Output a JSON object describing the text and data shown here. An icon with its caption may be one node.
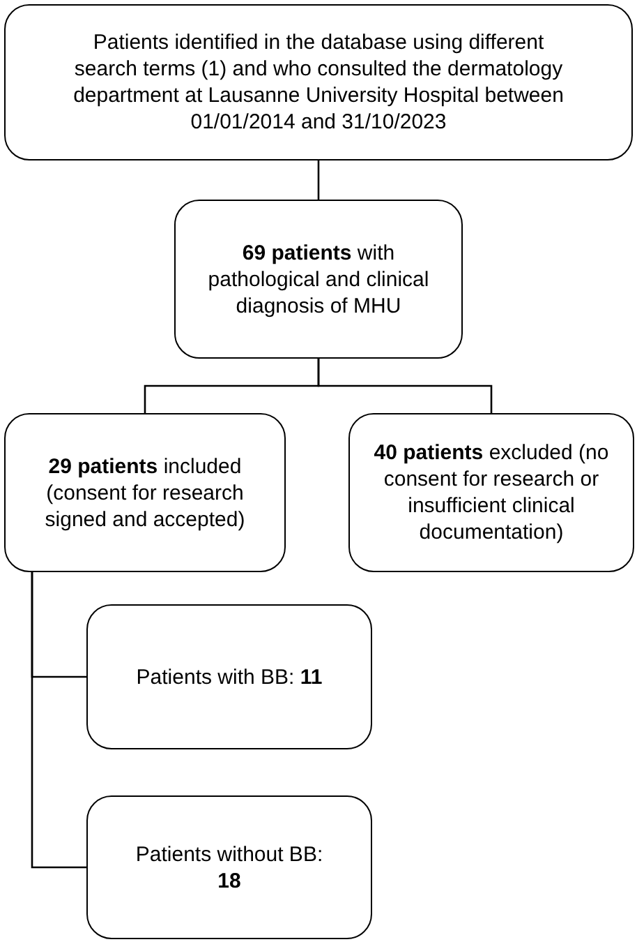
{
  "diagram": {
    "nodes": [
      {
        "text": [
          "Patients identified in the database using different search terms (1) and who consulted the dermatology department at Lausanne University Hospital between 01/01/2014 and 31/10/2023"
        ]
      },
      {
        "text": [
          "**69 patients** with pathological and clinical diagnosis of MHU"
        ]
      },
      {
        "text": [
          "**29 patients** included (consent for research signed and accepted)"
        ]
      },
      {
        "text": [
          "**40 patients** excluded (no consent for research or insufficient clinical documentation)"
        ]
      },
      {
        "text": [
          "Patients with BB: **11**"
        ]
      },
      {
        "text": [
          "Patients without BB: **18**"
        ]
      }
    ],
    "edges": [
      {
        "from": 0,
        "to": 1,
        "arrow": "none"
      },
      {
        "from": 1,
        "to": 2,
        "arrow": "none"
      },
      {
        "from": 1,
        "to": 3,
        "arrow": "none"
      },
      {
        "from": 2,
        "to": 4,
        "arrow": "none"
      },
      {
        "from": 2,
        "to": 5,
        "arrow": "none"
      }
    ]
  }
}
